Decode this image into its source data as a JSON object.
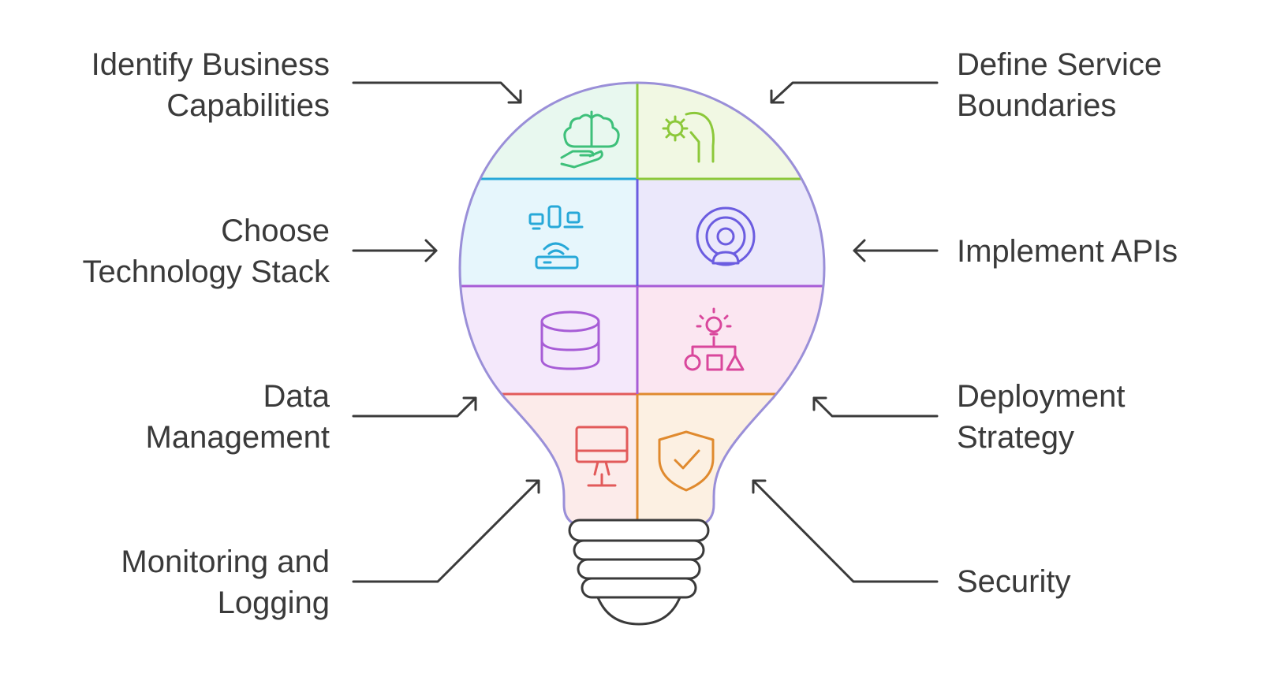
{
  "labels": {
    "identify": [
      "Identify Business",
      "Capabilities"
    ],
    "define": [
      "Define Service",
      "Boundaries"
    ],
    "choose": [
      "Choose",
      "Technology Stack"
    ],
    "implement": [
      "Implement APIs"
    ],
    "data": [
      "Data",
      "Management"
    ],
    "deployment": [
      "Deployment",
      "Strategy"
    ],
    "monitoring": [
      "Monitoring and",
      "Logging"
    ],
    "security": [
      "Security"
    ]
  },
  "icons": {
    "identify": "brain-hand-icon",
    "define": "gear-hand-icon",
    "choose": "network-devices-icon",
    "implement": "broadcast-user-icon",
    "data": "database-icon",
    "deployment": "flowchart-bulb-icon",
    "monitoring": "monitor-icon",
    "security": "shield-check-icon"
  },
  "colors": {
    "identify": "#3ec07a",
    "define": "#8cc83a",
    "choose": "#27a8d8",
    "implement": "#6b5ce0",
    "data": "#a75cd6",
    "deployment": "#d9479c",
    "monitoring": "#e25a5a",
    "security": "#e08a2e",
    "arrow": "#3a3a3a",
    "base": "#3a3a3a"
  }
}
